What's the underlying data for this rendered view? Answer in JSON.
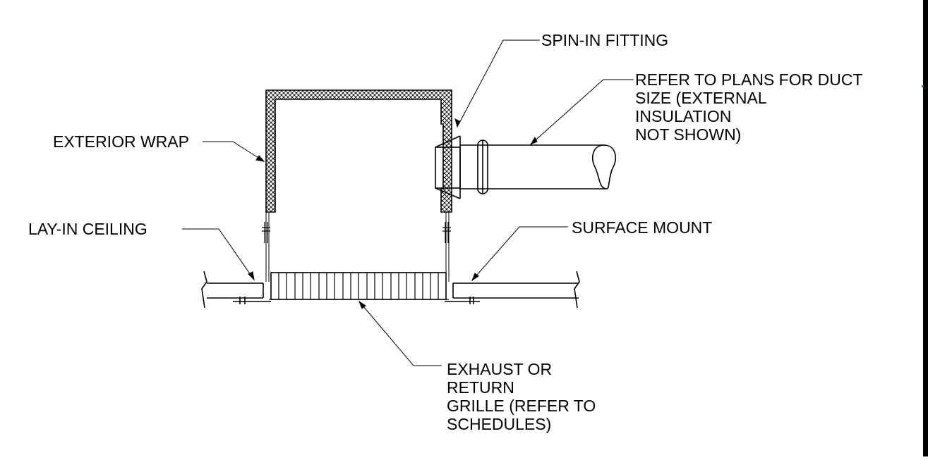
{
  "labels": {
    "spin_in_fitting": "SPIN-IN FITTING",
    "duct_note": [
      "REFER TO PLANS FOR DUCT",
      "SIZE (EXTERNAL",
      "INSULATION",
      "NOT SHOWN)"
    ],
    "exterior_wrap": "EXTERIOR WRAP",
    "lay_in_ceiling": "LAY-IN CEILING",
    "surface_mount": "SURFACE MOUNT",
    "grille_note": [
      "EXHAUST OR",
      "RETURN",
      "GRILLE (REFER TO",
      "SCHEDULES)"
    ]
  },
  "colors": {
    "ink": "#000000",
    "background": "#ffffff"
  }
}
